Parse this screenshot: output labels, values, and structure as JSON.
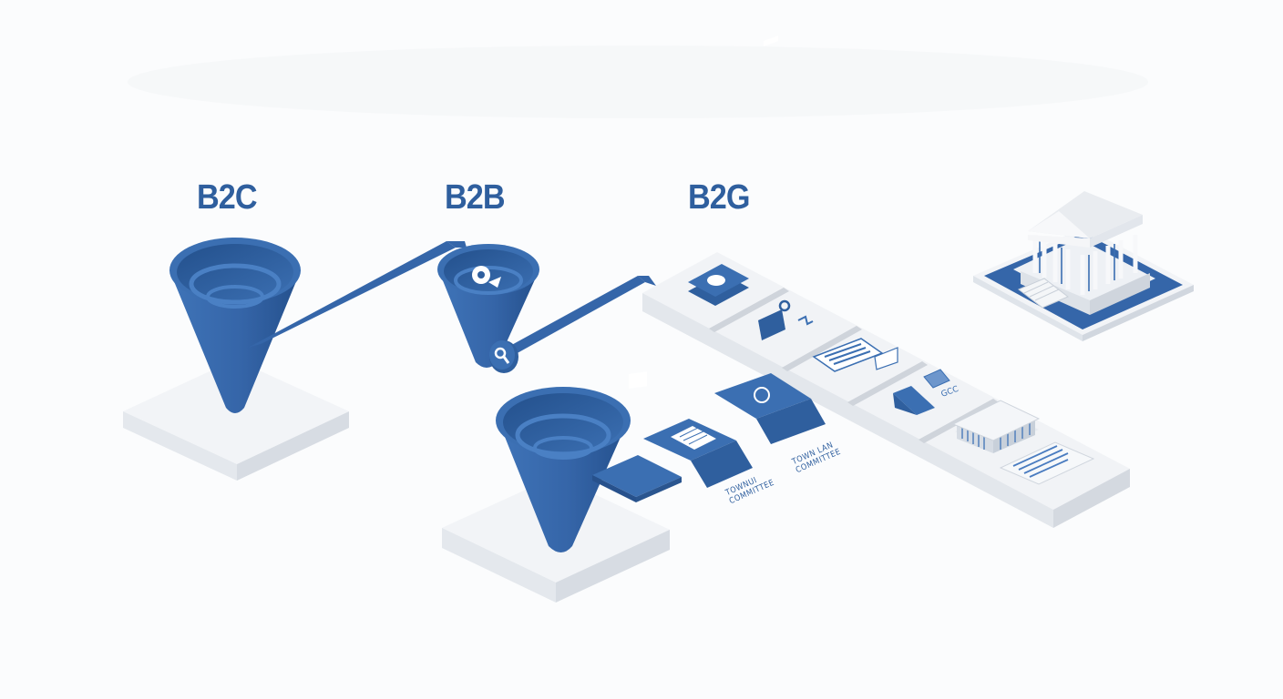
{
  "diagram": {
    "title": "",
    "segments": [
      {
        "id": "b2c",
        "label": "B2C"
      },
      {
        "id": "b2b",
        "label": "B2B"
      },
      {
        "id": "b2g",
        "label": "B2G"
      }
    ],
    "sub_labels": [
      {
        "line1": "TOWNUI",
        "line2": "COMMITTEE"
      },
      {
        "line1": "TOWN LAN",
        "line2": "COMMITTEE"
      }
    ],
    "b2g_tile_text": "GCC",
    "colors": {
      "label": "#2f5f9e",
      "funnel": "#3a6db0",
      "funnel_dark": "#27518c",
      "platform": "#eef1f5",
      "background": "#fbfcfd"
    }
  }
}
